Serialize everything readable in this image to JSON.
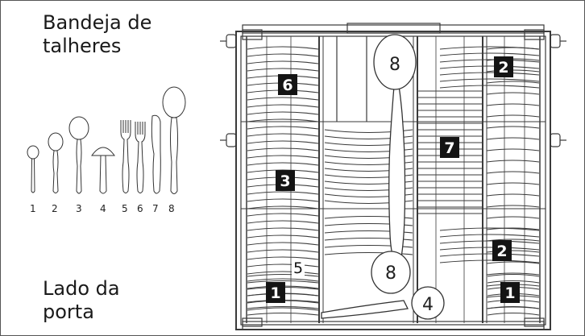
{
  "headings": {
    "top_line1": "Bandeja de",
    "top_line2": "talheres",
    "bottom_line1": "Lado da",
    "bottom_line2": "porta"
  },
  "cutlery_legend": [
    {
      "number": "1",
      "item": "coffee-spoon"
    },
    {
      "number": "2",
      "item": "teaspoon"
    },
    {
      "number": "3",
      "item": "soup-spoon"
    },
    {
      "number": "4",
      "item": "mushroom-tool"
    },
    {
      "number": "5",
      "item": "dessert-fork"
    },
    {
      "number": "6",
      "item": "table-fork"
    },
    {
      "number": "7",
      "item": "knife"
    },
    {
      "number": "8",
      "item": "serving-spoon"
    }
  ],
  "tray_labels": {
    "zone_6": "6",
    "zone_8_top": "8",
    "zone_2_top": "2",
    "zone_7": "7",
    "zone_3": "3",
    "zone_2_bottom": "2",
    "zone_5": "5",
    "zone_8_bottom": "8",
    "zone_1_left": "1",
    "zone_4": "4",
    "zone_1_right": "1"
  },
  "colors": {
    "tray_line": "#3a3a3a",
    "tag_background": "#141414",
    "tag_text": "#ffffff"
  }
}
